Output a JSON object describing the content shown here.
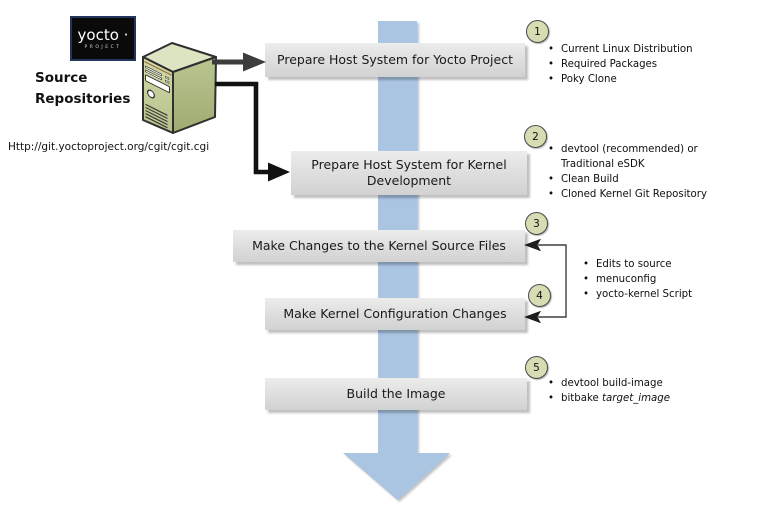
{
  "logo": {
    "title": "yocto ·",
    "subtitle": "PROJECT"
  },
  "source": {
    "label": "Source Repositories",
    "url": "Http://git.yoctoproject.org/cgit/cgit.cgi"
  },
  "colors": {
    "flow_arrow_blue": "#a9c5e2",
    "box_gray_top": "#ececec",
    "box_gray_bottom": "#d2d2d2",
    "circle_fill": "#d8dcb2",
    "server_front": "#c9d3a0",
    "server_side": "#b3be85",
    "server_top": "#dde4c2",
    "logo_border": "#24355c"
  },
  "steps": [
    {
      "num": "1",
      "label": "Prepare Host System for Yocto Project",
      "bullets": [
        {
          "bullet": true,
          "segments": [
            {
              "text": "Current Linux Distribution"
            }
          ]
        },
        {
          "bullet": true,
          "segments": [
            {
              "text": "Required Packages"
            }
          ]
        },
        {
          "bullet": true,
          "segments": [
            {
              "text": "Poky Clone"
            }
          ]
        }
      ]
    },
    {
      "num": "2",
      "label": "Prepare Host System for Kernel Development",
      "bullets": [
        {
          "bullet": true,
          "segments": [
            {
              "text": "devtool (recommended) or"
            }
          ]
        },
        {
          "bullet": false,
          "segments": [
            {
              "text": "Traditional eSDK"
            }
          ]
        },
        {
          "bullet": true,
          "segments": [
            {
              "text": "Clean Build"
            }
          ]
        },
        {
          "bullet": true,
          "segments": [
            {
              "text": "Cloned Kernel Git Repository"
            }
          ]
        }
      ]
    },
    {
      "num": "3",
      "label": "Make Changes to the Kernel Source Files",
      "bullets": []
    },
    {
      "num": "4",
      "label": "Make Kernel Configuration Changes",
      "bullets": []
    },
    {
      "num": "5",
      "label": "Build the Image",
      "bullets": [
        {
          "bullet": true,
          "segments": [
            {
              "text": "devtool build-image"
            }
          ]
        },
        {
          "bullet": true,
          "segments": [
            {
              "text": "bitbake "
            },
            {
              "text": "target_image",
              "italic": true
            }
          ]
        }
      ]
    }
  ],
  "shared_bullets_3_4": [
    {
      "bullet": true,
      "segments": [
        {
          "text": "Edits to source"
        }
      ]
    },
    {
      "bullet": true,
      "segments": [
        {
          "text": "menuconfig"
        }
      ]
    },
    {
      "bullet": true,
      "segments": [
        {
          "text": "yocto-kernel Script"
        }
      ]
    }
  ]
}
